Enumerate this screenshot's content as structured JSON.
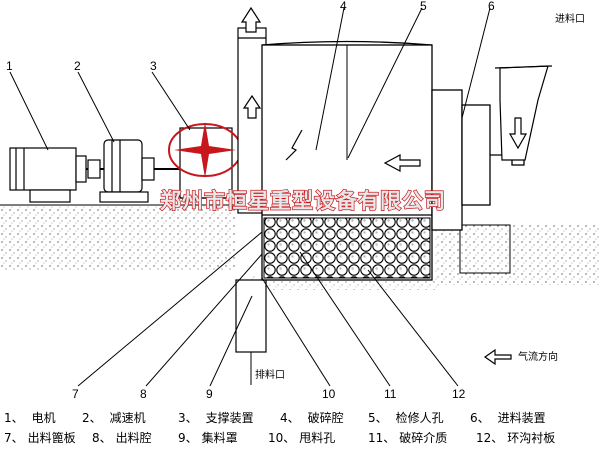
{
  "callouts": [
    "1",
    "2",
    "3",
    "4",
    "5",
    "6",
    "7",
    "8",
    "9",
    "10",
    "11",
    "12"
  ],
  "labels": {
    "feed_inlet": "进料口",
    "discharge_outlet": "排料口",
    "airflow_direction": "气流方向"
  },
  "watermark": {
    "text": "郑州市恒星重型设备有限公司",
    "color": "#c8161d"
  },
  "legend": {
    "row1": [
      {
        "no": "1、",
        "name": "电机"
      },
      {
        "no": "2、",
        "name": "减速机"
      },
      {
        "no": "3、",
        "name": "支撑装置"
      },
      {
        "no": "4、",
        "name": "破碎腔"
      },
      {
        "no": "5、",
        "name": "检修人孔"
      },
      {
        "no": "6、",
        "name": "进料装置"
      }
    ],
    "row2": [
      {
        "no": "7、",
        "name": "出料篦板"
      },
      {
        "no": "8、",
        "name": "出料腔"
      },
      {
        "no": "9、",
        "name": "集料罩"
      },
      {
        "no": "10、",
        "name": "甩料孔"
      },
      {
        "no": "11、",
        "name": "破碎介质"
      },
      {
        "no": "12、",
        "name": "环沟衬板"
      }
    ]
  },
  "icons": [
    "up-arrow-icon",
    "left-arrow-icon",
    "down-arrow-icon",
    "star-logo-icon"
  ]
}
